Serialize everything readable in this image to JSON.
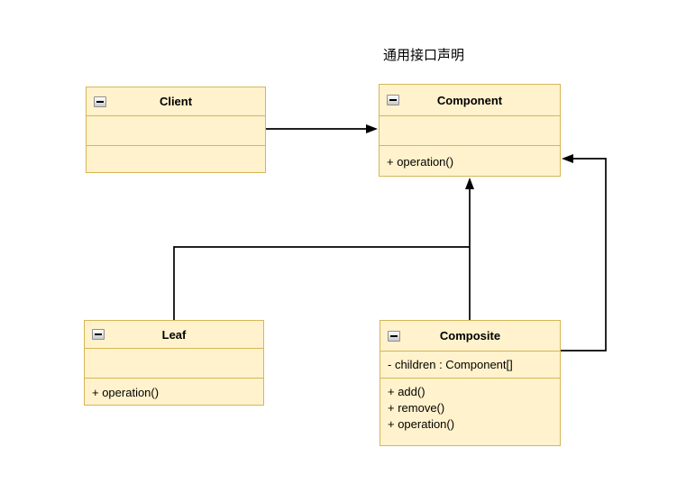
{
  "diagram": {
    "annotation": "通用接口声明",
    "colors": {
      "box_fill": "#FFF2CC",
      "box_border": "#D6B656",
      "line": "#000000",
      "background": "#FFFFFF"
    },
    "classes": {
      "client": {
        "name": "Client",
        "attributes": [],
        "methods": []
      },
      "component": {
        "name": "Component",
        "attributes": [],
        "methods": [
          "+ operation()"
        ]
      },
      "leaf": {
        "name": "Leaf",
        "attributes": [],
        "methods": [
          "+ operation()"
        ]
      },
      "composite": {
        "name": "Composite",
        "attributes": [
          "- children : Component[]"
        ],
        "methods": [
          "+ add()",
          "+ remove()",
          "+ operation()"
        ]
      }
    },
    "relations": [
      {
        "from": "Client",
        "to": "Component",
        "type": "directed-association"
      },
      {
        "from": "Leaf",
        "to": "Component",
        "type": "generalization"
      },
      {
        "from": "Composite",
        "to": "Component",
        "type": "generalization"
      },
      {
        "from": "Composite",
        "to": "Component",
        "type": "directed-association"
      }
    ]
  }
}
